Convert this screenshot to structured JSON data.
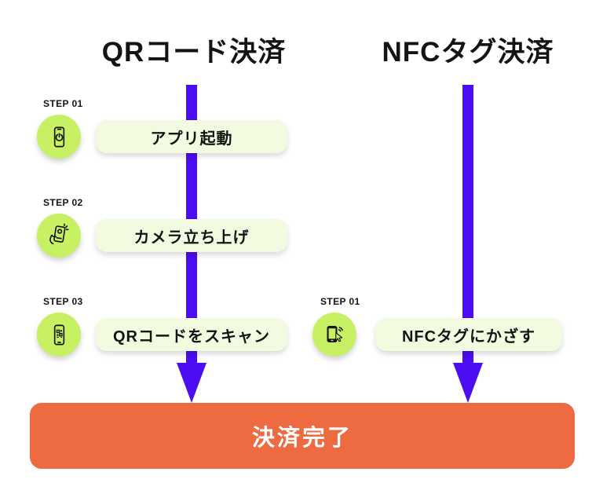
{
  "colors": {
    "lime": "#C7F062",
    "pill": "#F2FADF",
    "arrow": "#4B0DF1",
    "orange": "#EE6A40",
    "ink": "#141414",
    "white": "#FFFFFF"
  },
  "columns": [
    {
      "title": "QRコード決済",
      "steps": [
        {
          "step_label": "STEP 01",
          "icon": "phone-power-icon",
          "label": "アプリ起動"
        },
        {
          "step_label": "STEP 02",
          "icon": "hand-camera-phone-icon",
          "label": "カメラ立ち上げ"
        },
        {
          "step_label": "STEP 03",
          "icon": "qr-code-phone-icon",
          "label": "QRコードをスキャン"
        }
      ]
    },
    {
      "title": "NFCタグ決済",
      "steps": [
        {
          "step_label": "STEP 01",
          "icon": "nfc-tap-phone-icon",
          "label": "NFCタグにかざす"
        }
      ]
    }
  ],
  "footer": {
    "label": "決済完了"
  }
}
